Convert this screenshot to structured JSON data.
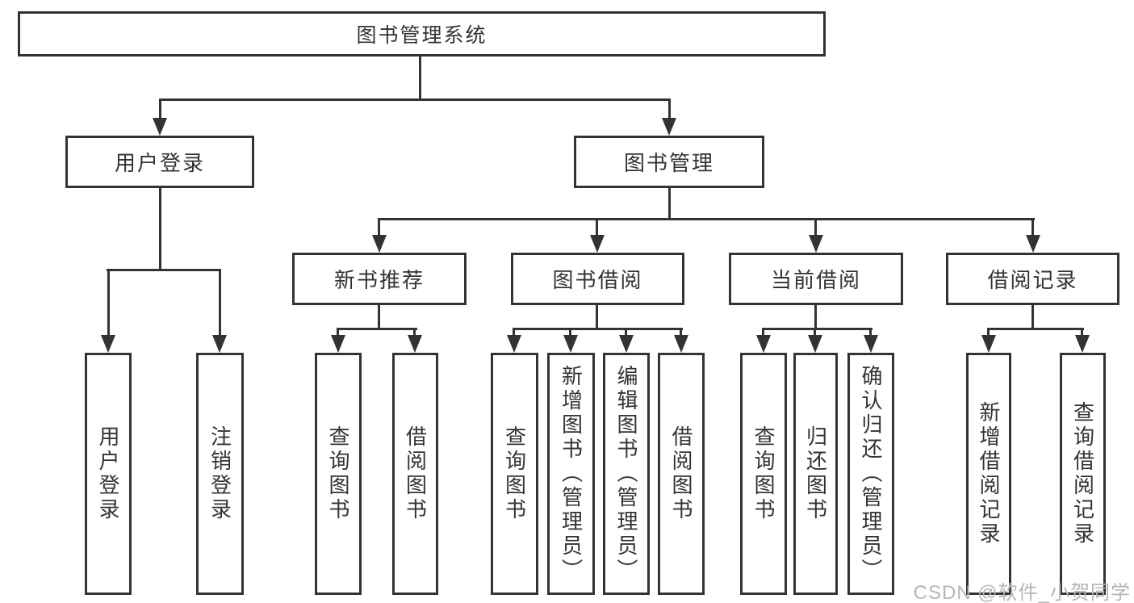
{
  "diagram": {
    "title": "图书管理系统",
    "root": {
      "label": "图书管理系统"
    },
    "level2": [
      {
        "label": "用户登录"
      },
      {
        "label": "图书管理"
      }
    ],
    "level3": [
      {
        "label": "新书推荐"
      },
      {
        "label": "图书借阅"
      },
      {
        "label": "当前借阅"
      },
      {
        "label": "借阅记录"
      }
    ],
    "leaves": {
      "user_login": [
        "用户登录",
        "注销登录"
      ],
      "new_book": [
        "查询图书",
        "借阅图书"
      ],
      "book_borrow": [
        "查询图书",
        "新增图书（管理员）",
        "编辑图书（管理员）",
        "借阅图书"
      ],
      "current_borrow": [
        "查询图书",
        "归还图书",
        "确认归还（管理员）"
      ],
      "borrow_record": [
        "新增借阅记录",
        "查询借阅记录"
      ]
    }
  },
  "watermark": {
    "text": "CSDN @软件_小贺同学"
  },
  "colors": {
    "line": "#333333",
    "text": "#333333",
    "background": "#ffffff",
    "watermark": "#b5b5b5"
  }
}
